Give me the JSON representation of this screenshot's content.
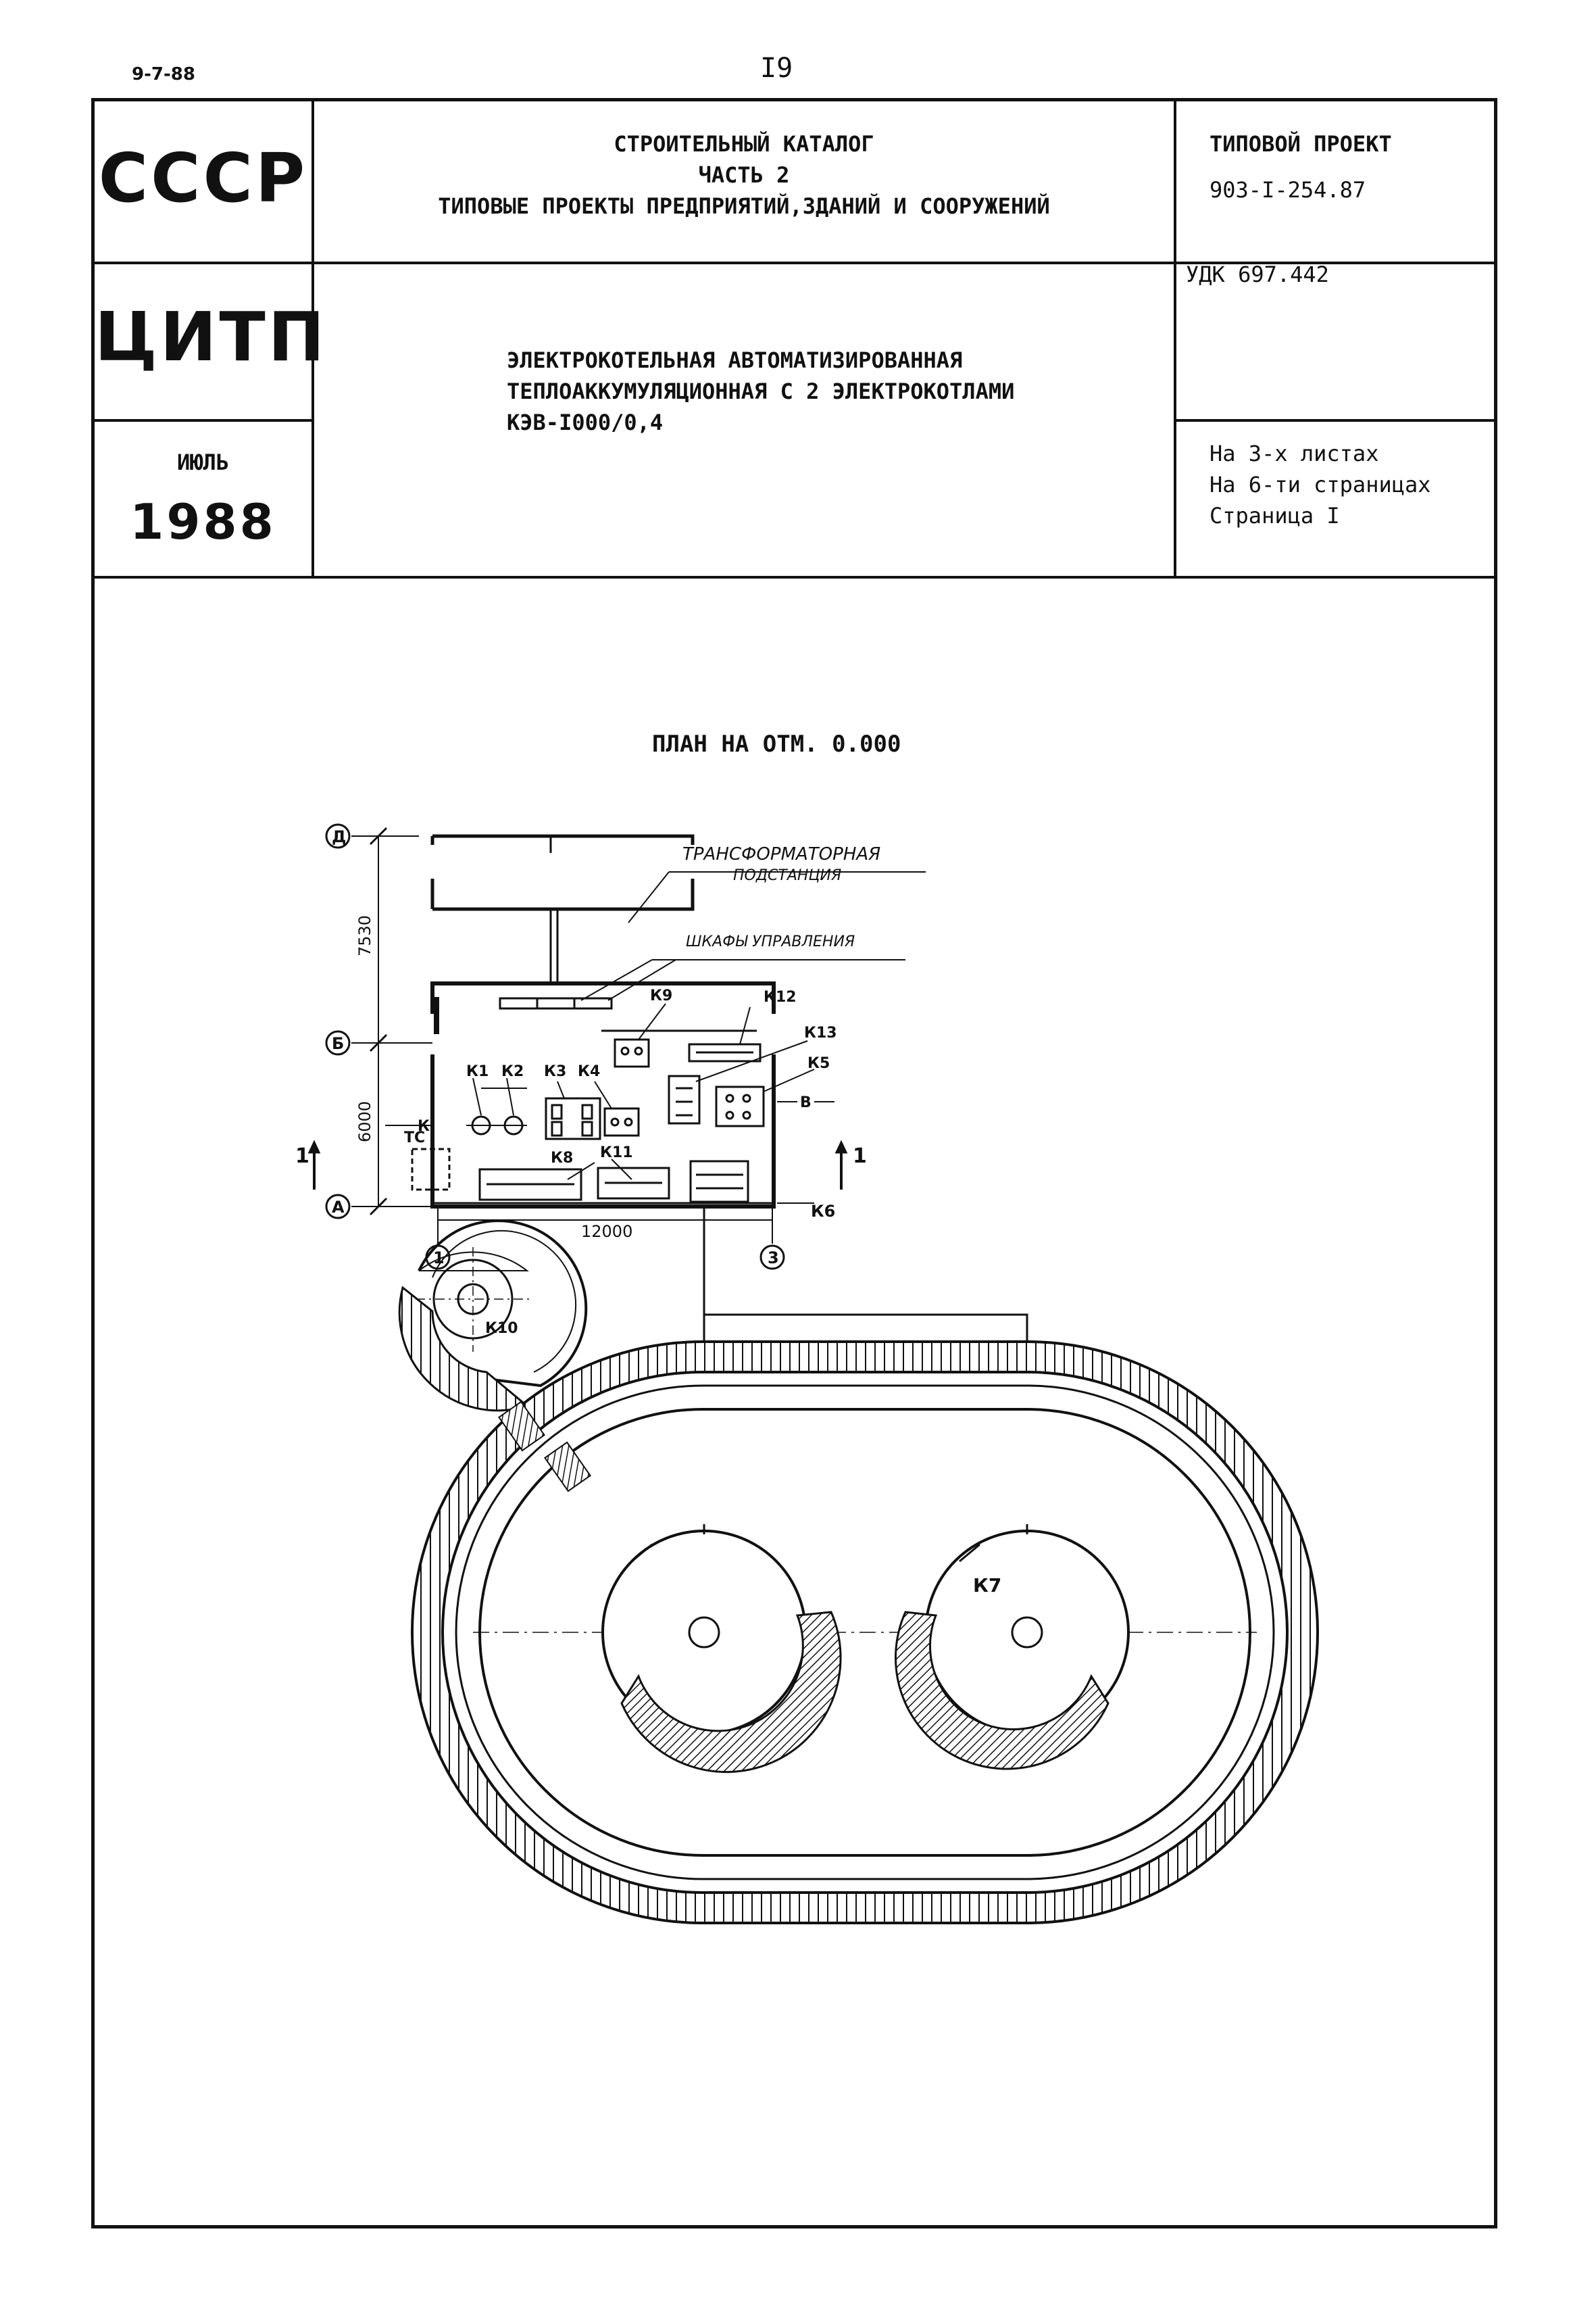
{
  "page": {
    "date_stamp": "9-7-88",
    "page_number": "I9"
  },
  "stamp": {
    "country": "СССР",
    "org": "ЦИТП",
    "month": "ИЮЛЬ",
    "year": "1988"
  },
  "catalog": {
    "line1": "СТРОИТЕЛЬНЫЙ КАТАЛОГ",
    "line2": "ЧАСТЬ 2",
    "line3": "ТИПОВЫЕ ПРОЕКТЫ ПРЕДПРИЯТИЙ,ЗДАНИЙ И СООРУЖЕНИЙ"
  },
  "project": {
    "label": "ТИПОВОЙ ПРОЕКТ",
    "number": "903-I-254.87",
    "udk": "УДК 697.442"
  },
  "object": {
    "line1": "ЭЛЕКТРОКОТЕЛЬНАЯ АВТОМАТИЗИРОВАННАЯ",
    "line2": "ТЕПЛОАККУМУЛЯЦИОННАЯ С 2 ЭЛЕКТРОКОТЛАМИ",
    "line3": "КЭВ-I000/0,4"
  },
  "sheets": {
    "line1": "На 3-х листах",
    "line2": "На 6-ти страницах",
    "line3": "Страница I"
  },
  "drawing": {
    "title": "ПЛАН НА ОТМ. 0.000",
    "label_transformer_1": "ТРАНСФОРМАТОРНАЯ",
    "label_transformer_2": "ПОДСТАНЦИЯ",
    "label_cabinets": "ШКАФЫ УПРАВЛЕНИЯ",
    "axis_d": "Д",
    "axis_b": "Б",
    "axis_a": "А",
    "axis_1": "1",
    "axis_3": "3",
    "dim_7530": "7530",
    "dim_6000": "6000",
    "dim_12000": "12000",
    "section_left": "1",
    "section_right": "1",
    "pipe_k": "К",
    "pipe_v": "В",
    "tag_ts": "ТС",
    "tag_k1": "К1",
    "tag_k2": "К2",
    "tag_k3": "К3",
    "tag_k4": "К4",
    "tag_k5": "К5",
    "tag_k6": "К6",
    "tag_k7": "К7",
    "tag_k8": "К8",
    "tag_k9": "К9",
    "tag_k10": "К10",
    "tag_k11": "К11",
    "tag_k12": "К12",
    "tag_k13": "К13"
  }
}
